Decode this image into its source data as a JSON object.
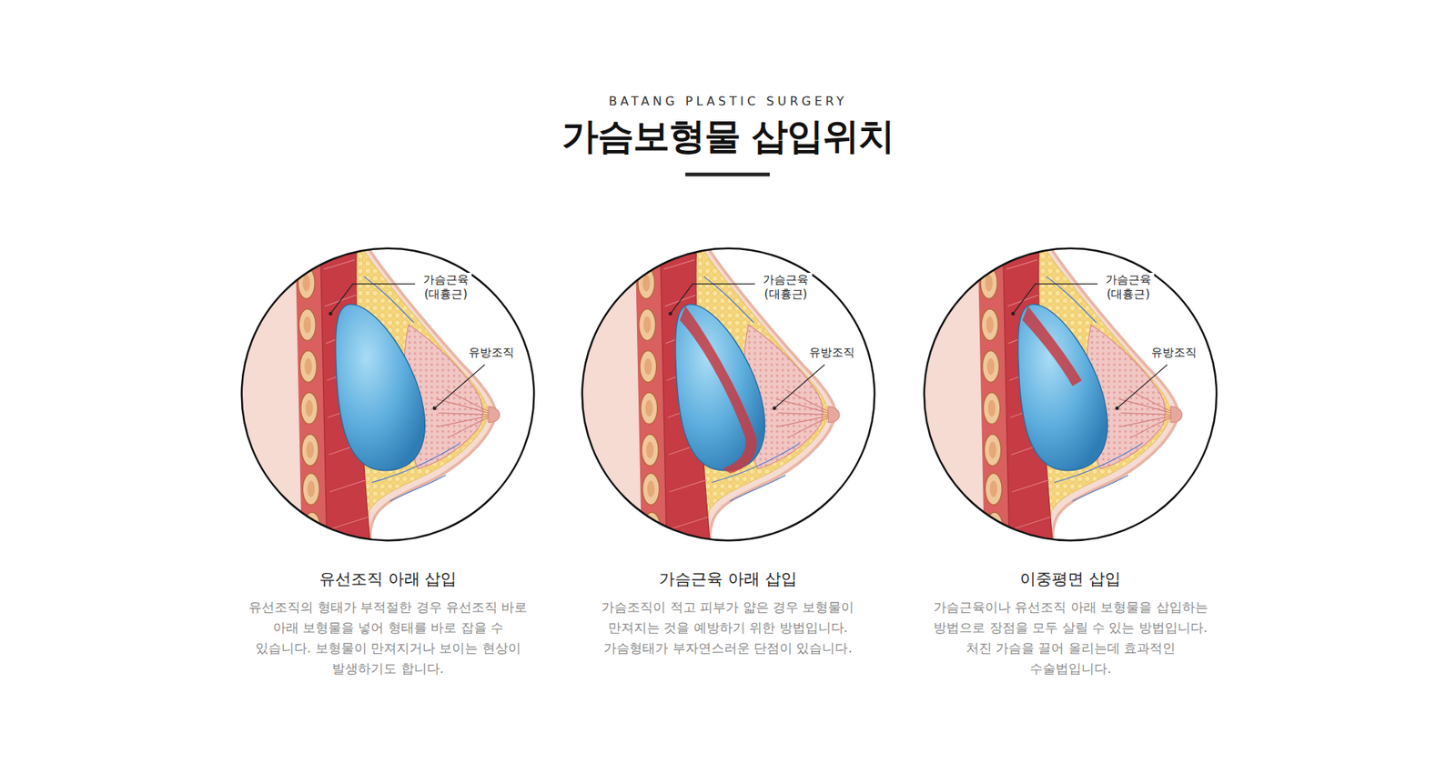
{
  "diagram": {
    "title": "가슴보형물 삽입위치",
    "nodes": [
      {
        "text": [
          "유선조직 아래 삽입",
          "유선조직의 형태가 부적절한 경우 유선조직 바로 아래 보형물을 넣어 형태를 바로 잡을 수 있습니다. 보형물이 만져지거나 보이는 현상이 발생하기도 합니다."
        ]
      },
      {
        "text": [
          "가슴근육 아래 삽입",
          "가슴조직이 적고 피부가 얇은 경우 보형물이 만져지는 것을 예방하기 위한 방법입니다. 가슴형태가 부자연스러운 단점이 있습니다."
        ]
      },
      {
        "text": [
          "이중평면 삽입",
          "가슴근육이나 유선조직 아래 보형물을 삽입하는 방법으로 장점을 모두 살릴 수 있는 방법입니다. 처진 가슴을 끌어 올리는데 효과적인 수술법입니다."
        ]
      }
    ],
    "labels": [
      "BATANG PLASTIC SURGERY",
      "가슴근육 (대흉근)",
      "유방조직",
      "가슴근육 (대흉근)",
      "유방조직",
      "가슴근육 (대흉근)",
      "유방조직"
    ]
  }
}
